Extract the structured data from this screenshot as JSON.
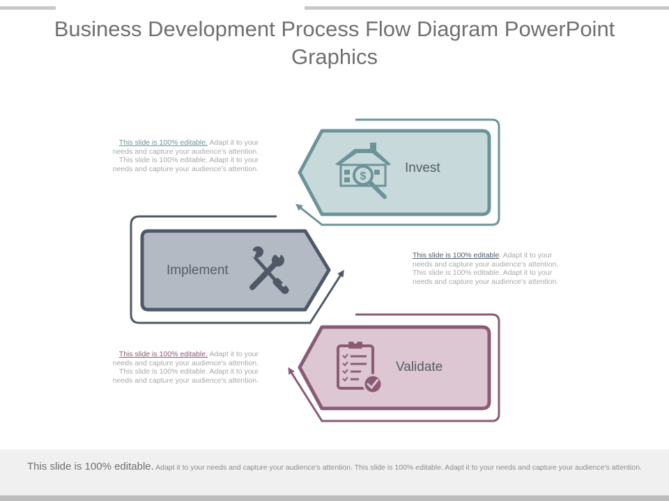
{
  "title": {
    "line1": "Business Development Process Flow Diagram PowerPoint",
    "line2": "Graphics"
  },
  "stages": [
    {
      "label": "Invest",
      "icon": "house-dollar-search-icon",
      "color": "#6b9499",
      "fill": "#c7d9db",
      "description": {
        "lead": "This slide is 100% editable.",
        "body": " Adapt it to your needs and capture your audience's attention. This slide is 100% editable. Adapt it to your needs and capture your audience's attention."
      }
    },
    {
      "label": "Implement",
      "icon": "wrench-screwdriver-icon",
      "color": "#4e5866",
      "fill": "#b4bac4",
      "description": {
        "lead": "This slide is 100% editable",
        "body": ". Adapt it to your needs and capture your audience's attention. This slide is 100% editable. Adapt it to your needs and capture your audience's attention."
      }
    },
    {
      "label": "Validate",
      "icon": "clipboard-check-icon",
      "color": "#8b5a75",
      "fill": "#dcc7d2",
      "description": {
        "lead": "This slide is 100% editable.",
        "body": " Adapt it to your needs and capture your audience's attention. This slide is 100% editable. Adapt it to your needs and capture your audience's attention."
      }
    }
  ],
  "footer": {
    "lead": "This slide is 100% editable.",
    "body": " Adapt it to your needs and capture your audience's attention. This slide is 100% editable. Adapt it to your needs and capture your audience's attention."
  }
}
